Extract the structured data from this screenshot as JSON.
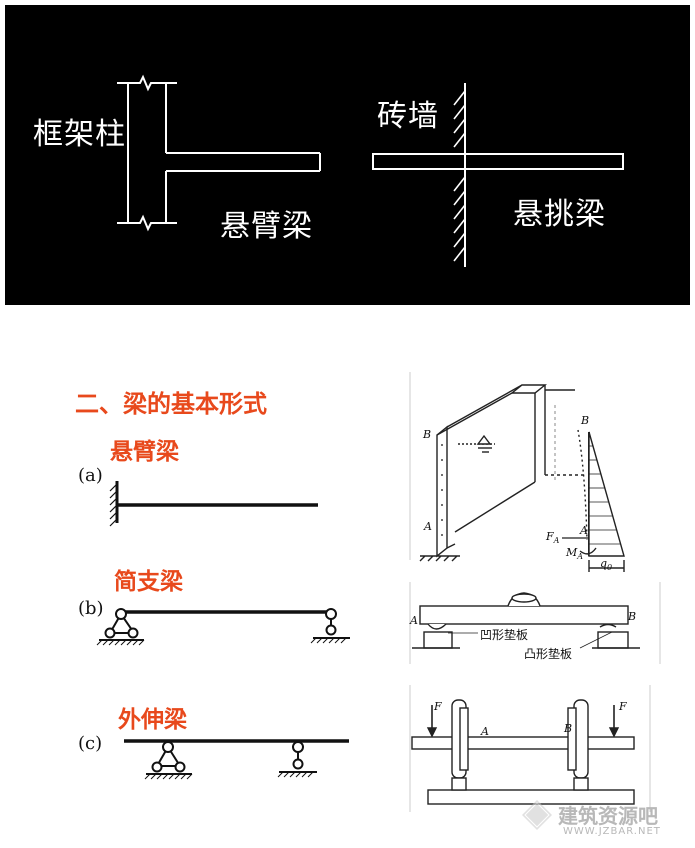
{
  "top_panel": {
    "label_column": "框架柱",
    "label_cantilever": "悬臂梁",
    "label_brick_wall": "砖墙",
    "label_overhang": "悬挑梁"
  },
  "section": {
    "heading": "二、梁的基本形式",
    "cantilever": "悬臂梁",
    "simply_supported": "简支梁",
    "overhanging": "外伸梁",
    "marker_a": "(a)",
    "marker_b": "(b)",
    "marker_c": "(c)"
  },
  "photo_a": {
    "B": "B",
    "A": "A",
    "B_right": "B",
    "A_right": "A",
    "FA": "F",
    "FA_sub": "A",
    "MA": "M",
    "MA_sub": "A",
    "q0": "q",
    "q0_sub": "0"
  },
  "photo_b": {
    "A": "A",
    "B": "B",
    "concave_pad": "凹形垫板",
    "convex_pad": "凸形垫板"
  },
  "photo_c": {
    "F_left": "F",
    "F_right": "F",
    "A": "A",
    "B": "B"
  },
  "watermark": {
    "name": "建筑资源吧",
    "url": "WWW.JZBAR.NET"
  }
}
